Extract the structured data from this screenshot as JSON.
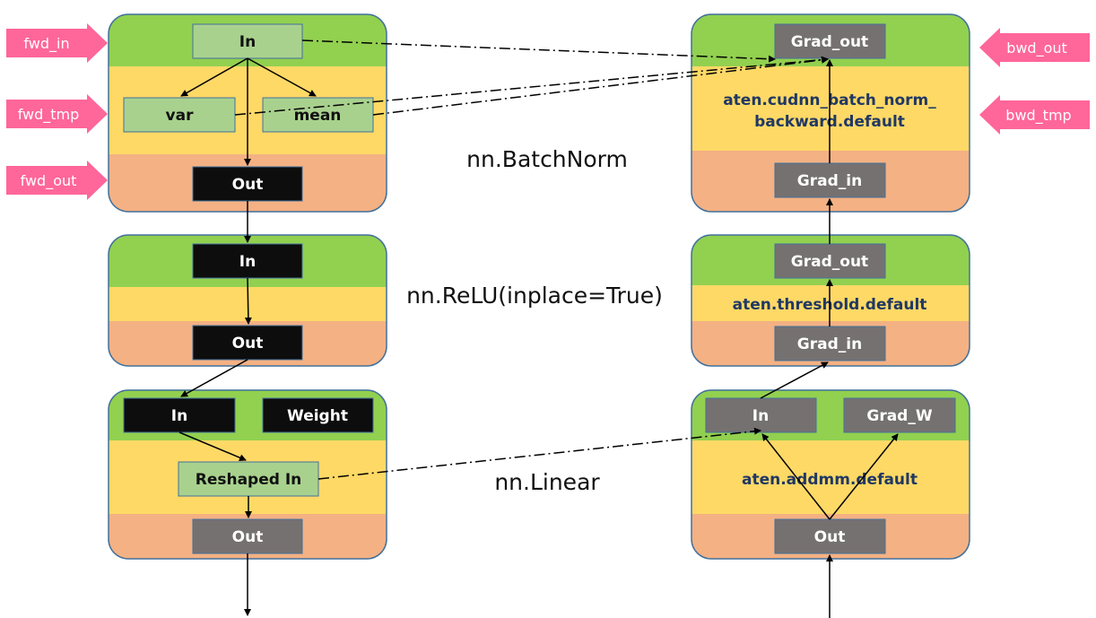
{
  "colors": {
    "band_green": "#92d050",
    "band_yellow": "#ffd966",
    "band_orange": "#f4b183",
    "box_light_green": "#a9d18e",
    "box_black": "#0d0d0d",
    "box_gray": "#767171",
    "tag_pink": "#ff6699",
    "op_text": "#203864",
    "dashed_line": "#000000"
  },
  "tags": {
    "fwd_in": "fwd_in",
    "fwd_tmp": "fwd_tmp",
    "fwd_out": "fwd_out",
    "bwd_out": "bwd_out",
    "bwd_tmp": "bwd_tmp"
  },
  "modules": {
    "batchnorm": "nn.BatchNorm",
    "relu": "nn.ReLU(inplace=True)",
    "linear": "nn.Linear"
  },
  "forward": {
    "batchnorm": {
      "in": "In",
      "var": "var",
      "mean": "mean",
      "out": "Out"
    },
    "relu": {
      "in": "In",
      "out": "Out"
    },
    "linear": {
      "in": "In",
      "weight": "Weight",
      "reshaped_in": "Reshaped In",
      "out": "Out"
    }
  },
  "backward": {
    "batchnorm": {
      "grad_out": "Grad_out",
      "op_line1": "aten.cudnn_batch_norm_",
      "op_line2": "backward.default",
      "grad_in": "Grad_in"
    },
    "relu": {
      "grad_out": "Grad_out",
      "op": "aten.threshold.default",
      "grad_in": "Grad_in"
    },
    "linear": {
      "in": "In",
      "grad_w": "Grad_W",
      "op": "aten.addmm.default",
      "out": "Out"
    }
  }
}
